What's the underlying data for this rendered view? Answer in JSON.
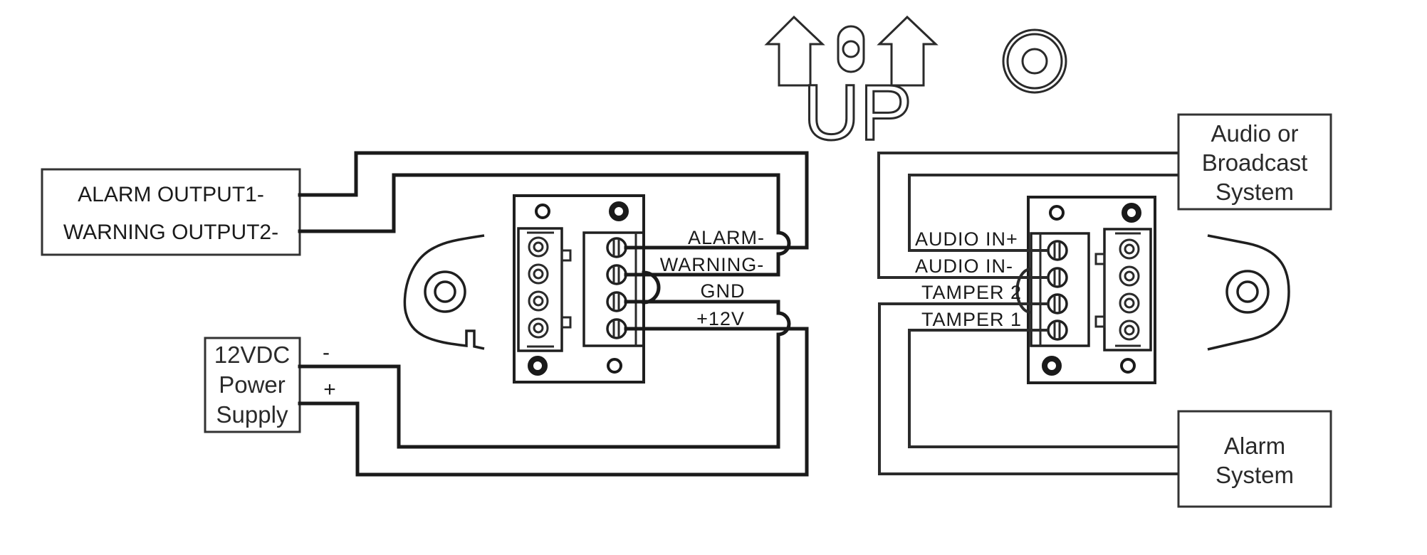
{
  "diagram": {
    "title_marker": {
      "orientation_text": "UP",
      "icons": [
        "arrow-up-icon",
        "slot-hole-icon",
        "arrow-up-icon",
        "mount-screw-icon"
      ]
    },
    "left_module": {
      "external_device": {
        "lines": [
          "ALARM OUTPUT1-",
          "WARNING OUTPUT2-"
        ]
      },
      "power_supply": {
        "lines": [
          "12VDC",
          "Power",
          "Supply"
        ],
        "polarity": {
          "negative": "-",
          "positive": "+"
        }
      },
      "terminals": [
        {
          "label": "ALARM-"
        },
        {
          "label": "WARNING-"
        },
        {
          "label": "GND"
        },
        {
          "label": "+12V"
        }
      ]
    },
    "right_module": {
      "audio_system": {
        "lines": [
          "Audio or",
          "Broadcast",
          "System"
        ]
      },
      "alarm_system": {
        "lines": [
          "Alarm",
          "System"
        ]
      },
      "terminals": [
        {
          "label": "AUDIO IN+"
        },
        {
          "label": "AUDIO IN-"
        },
        {
          "label": "TAMPER 2"
        },
        {
          "label": "TAMPER 1"
        }
      ]
    }
  },
  "colors": {
    "ink": "#1a1a1a",
    "background": "#ffffff"
  }
}
